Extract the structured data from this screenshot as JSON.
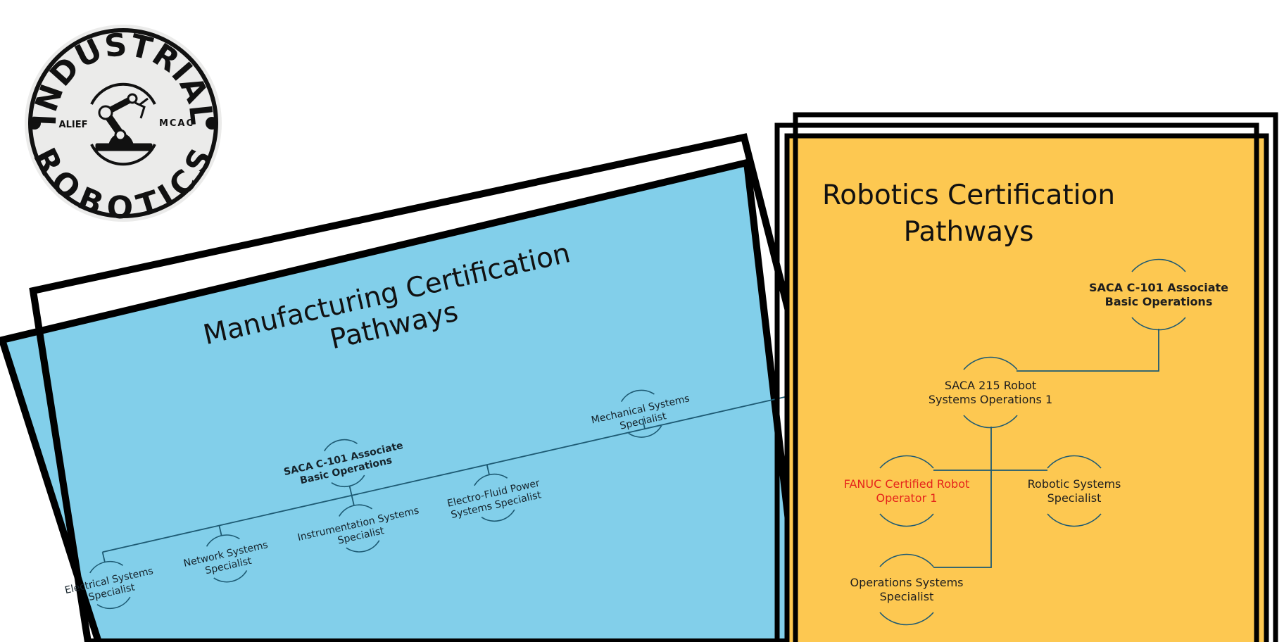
{
  "colors": {
    "manufacturing_panel": "#82cfea",
    "robotics_panel": "#fdc851",
    "connector": "#1d5a73",
    "frame": "#000000",
    "highlight_text": "#e5231b",
    "logo_badge": "#ebebea"
  },
  "logo": {
    "text_top": "INDUSTRIAL",
    "text_bottom": "ROBOTICS",
    "text_left": "ALIEF",
    "text_right": "MCAC",
    "icon": "robot-arm-icon"
  },
  "manufacturing": {
    "title_line1": "Manufacturing Certification",
    "title_line2": "Pathways",
    "nodes": [
      {
        "id": "saca-c101",
        "line1": "SACA C-101 Associate",
        "line2": "Basic Operations",
        "bold": true
      },
      {
        "id": "mechanical",
        "line1": "Mechanical Systems",
        "line2": "Specialist"
      },
      {
        "id": "electro-fluid",
        "line1": "Electro-Fluid Power",
        "line2": "Systems Specialist"
      },
      {
        "id": "instrumentation",
        "line1": "Instrumentation Systems",
        "line2": "Specialist"
      },
      {
        "id": "network",
        "line1": "Network Systems",
        "line2": "Specialist"
      },
      {
        "id": "electrical",
        "line1": "Electrical Systems",
        "line2": "Specialist"
      }
    ]
  },
  "robotics": {
    "title_line1": "Robotics Certification",
    "title_line2": "Pathways",
    "nodes": [
      {
        "id": "saca-c101",
        "line1": "SACA C-101 Associate",
        "line2": "Basic Operations",
        "bold": true
      },
      {
        "id": "saca-215",
        "line1": "SACA 215 Robot",
        "line2": "Systems Operations 1"
      },
      {
        "id": "fanuc",
        "line1": "FANUC Certified Robot",
        "line2": "Operator 1",
        "highlight": true
      },
      {
        "id": "robotic-systems",
        "line1": "Robotic Systems",
        "line2": "Specialist"
      },
      {
        "id": "operations-systems",
        "line1": "Operations Systems",
        "line2": "Specialist"
      }
    ]
  }
}
